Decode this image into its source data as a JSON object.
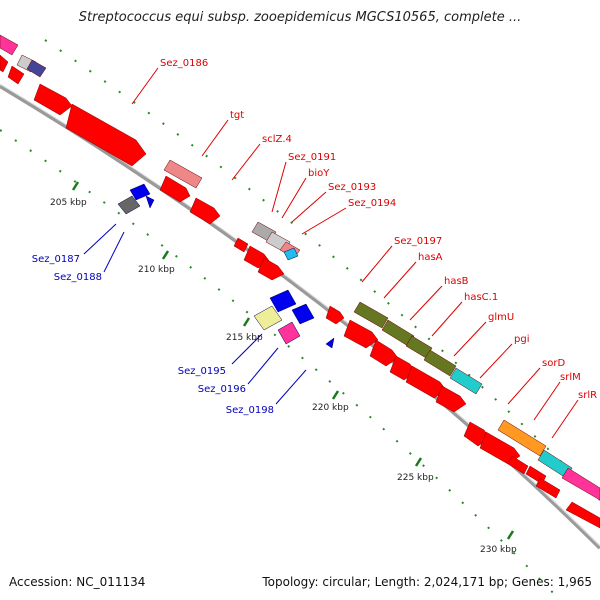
{
  "title": "Streptococcus equi subsp. zooepidemicus MGCS10565, complete ...",
  "footer": {
    "accession": "Accession: NC_011134",
    "topology": "Topology: circular; Length: 2,024,171 bp; Genes: 1,965"
  },
  "colors": {
    "forward_gene": "#ff0000",
    "reverse_gene": "#0000ee",
    "forward_label": "#dd0000",
    "reverse_label": "#0000bb",
    "backbone": "#999999",
    "tick": "#228822"
  },
  "ticks": [
    "205 kbp",
    "210 kbp",
    "215 kbp",
    "220 kbp",
    "225 kbp",
    "230 kbp"
  ],
  "gene_labels": [
    "Sez_0186",
    "tgt",
    "sclZ.4",
    "Sez_0191",
    "bioY",
    "Sez_0193",
    "Sez_0194",
    "Sez_0197",
    "hasA",
    "hasB",
    "hasC.1",
    "glmU",
    "pgi",
    "sorD",
    "srlM",
    "srlR",
    "Sez_0187",
    "Sez_0188",
    "Sez_0195",
    "Sez_0196",
    "Sez_0198"
  ]
}
